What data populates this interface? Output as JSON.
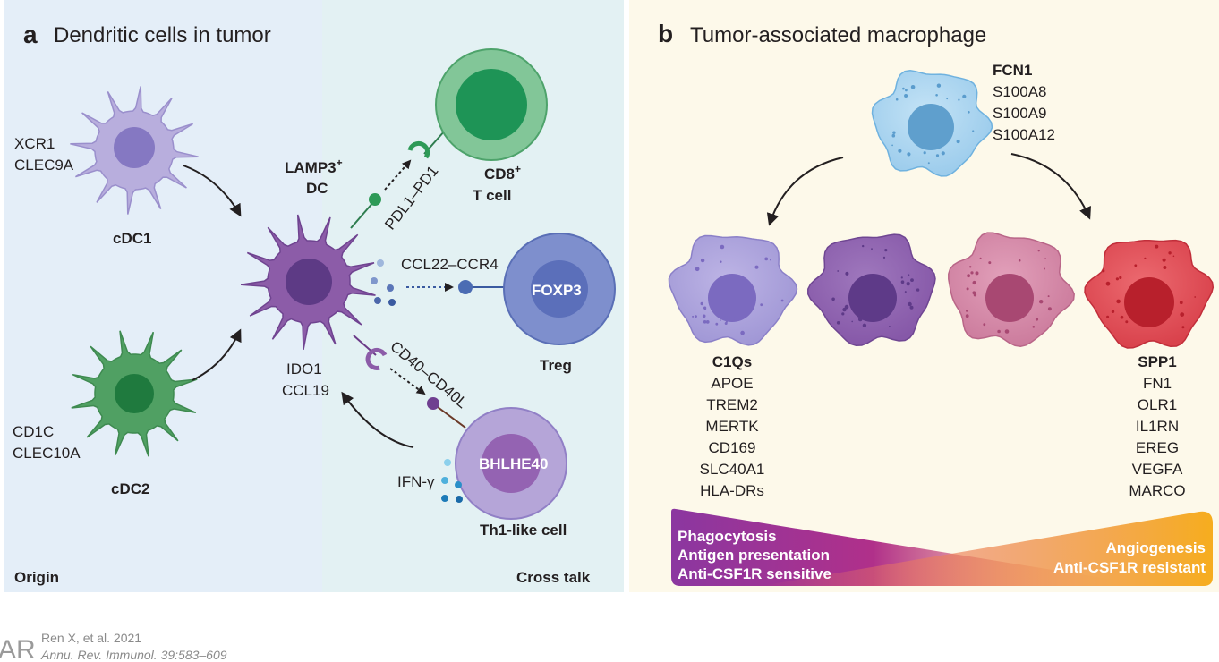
{
  "panel_a": {
    "letter": "a",
    "title": "Dendritic cells in tumor",
    "cdc1": {
      "markers": [
        "XCR1",
        "CLEC9A"
      ],
      "name": "cDC1"
    },
    "cdc2": {
      "markers": [
        "CD1C",
        "CLEC10A"
      ],
      "name": "cDC2"
    },
    "lamp3": {
      "name_line1": "LAMP3",
      "name_sup": "+",
      "name_line2": "DC",
      "markers": [
        "IDO1",
        "CCL19"
      ]
    },
    "cd8": {
      "line1": "CD8",
      "sup": "+",
      "line2": "T cell"
    },
    "treg": {
      "nucleus_label": "FOXP3",
      "name": "Treg"
    },
    "th1": {
      "nucleus_label": "BHLHE40",
      "name": "Th1-like cell"
    },
    "interactions": {
      "pdl1": "PDL1–PD1",
      "ccl22": "CCL22–CCR4",
      "cd40": "CD40–CD40L"
    },
    "ifn": "IFN-γ",
    "bottom_left": "Origin",
    "bottom_right": "Cross talk",
    "colors": {
      "origin_bg": "#e4eef8",
      "crosstalk_bg": "#e4f2f3",
      "cdc1": "#b7addc",
      "cdc2": "#4a9a5c",
      "lamp3": "#8b5ba8",
      "cd8": "#7fc493",
      "treg": "#7f8fcc",
      "th1": "#b3a3d6"
    }
  },
  "panel_b": {
    "letter": "b",
    "title": "Tumor-associated macrophage",
    "fcn1_markers": [
      "FCN1",
      "S100A8",
      "S100A9",
      "S100A12"
    ],
    "c1q_markers": [
      "C1Qs",
      "APOE",
      "TREM2",
      "MERTK",
      "CD169",
      "SLC40A1",
      "HLA-DRs"
    ],
    "spp1_markers": [
      "SPP1",
      "FN1",
      "OLR1",
      "IL1RN",
      "EREG",
      "VEGFA",
      "MARCO"
    ],
    "left_band": [
      "Phagocytosis",
      "Antigen presentation",
      "Anti-CSF1R sensitive"
    ],
    "right_band": [
      "Angiogenesis",
      "Anti-CSF1R resistant"
    ],
    "colors": {
      "bg": "#fdf9ea",
      "monocyte": "#a9d3ee",
      "c1q": "#a9a0d9",
      "mid1": "#8d64ad",
      "mid2": "#d28aa6",
      "spp1": "#de4c55",
      "band_left": "#8a3aa0",
      "band_right": "#f7a82a"
    }
  },
  "footer": {
    "logo": "AR",
    "citation": "Ren X, et al. 2021",
    "journal": "Annu. Rev. Immunol. 39:583–609"
  }
}
